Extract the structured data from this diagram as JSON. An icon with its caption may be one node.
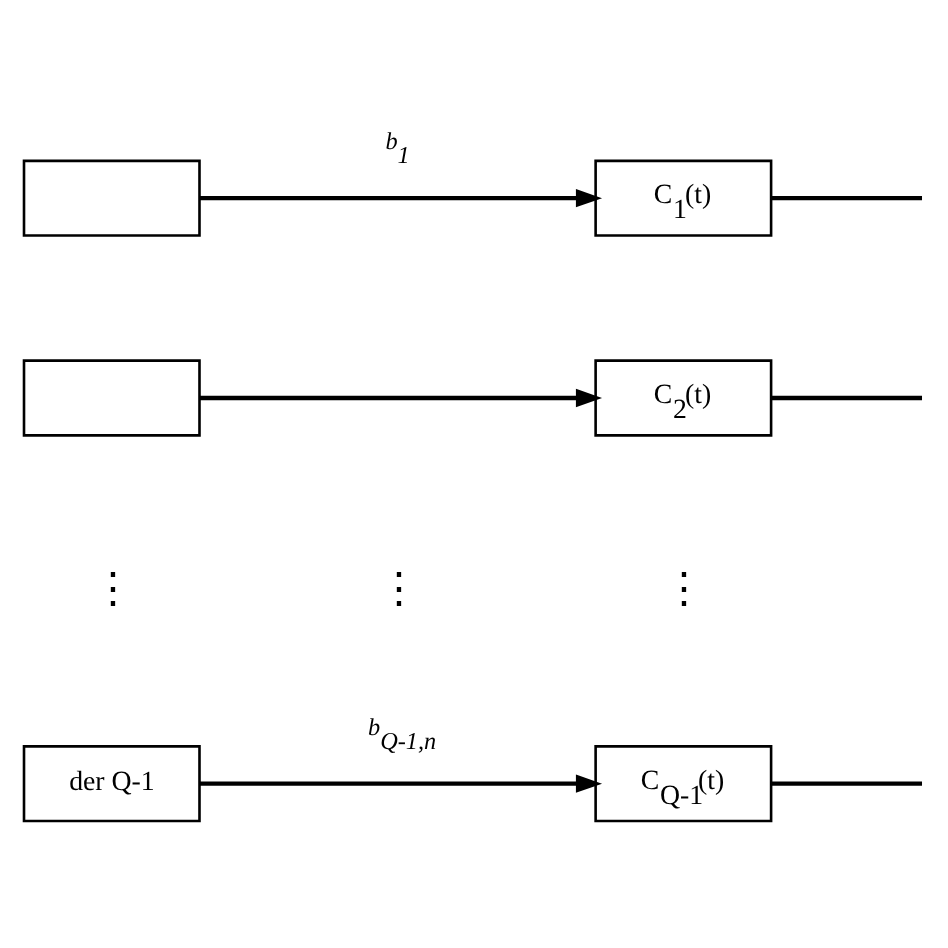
{
  "diagram": {
    "nodes": [
      {
        "text": [],
        "shape": "box"
      },
      {
        "text": [
          "C$_{1}$(t)"
        ]
      },
      {
        "text": [],
        "shape": "box"
      },
      {
        "text": [
          "C$_{2}$(t)"
        ]
      },
      {
        "text": [
          "der Q-1"
        ]
      },
      {
        "text": [
          "C$_{Q-1}$(t)"
        ]
      }
    ],
    "edges": [
      {
        "from": 0,
        "to": 1,
        "arrow": "to",
        "label": "b$_{1}$"
      },
      {
        "from": 1,
        "to": null,
        "arrow": "none"
      },
      {
        "from": 2,
        "to": 3,
        "arrow": "to"
      },
      {
        "from": 3,
        "to": null,
        "arrow": "none"
      },
      {
        "from": 4,
        "to": 5,
        "arrow": "to",
        "label": "b$_{Q-1,n}$"
      },
      {
        "from": 5,
        "to": null,
        "arrow": "none"
      }
    ],
    "labels": [
      "⋮",
      "⋮",
      "⋮"
    ]
  }
}
